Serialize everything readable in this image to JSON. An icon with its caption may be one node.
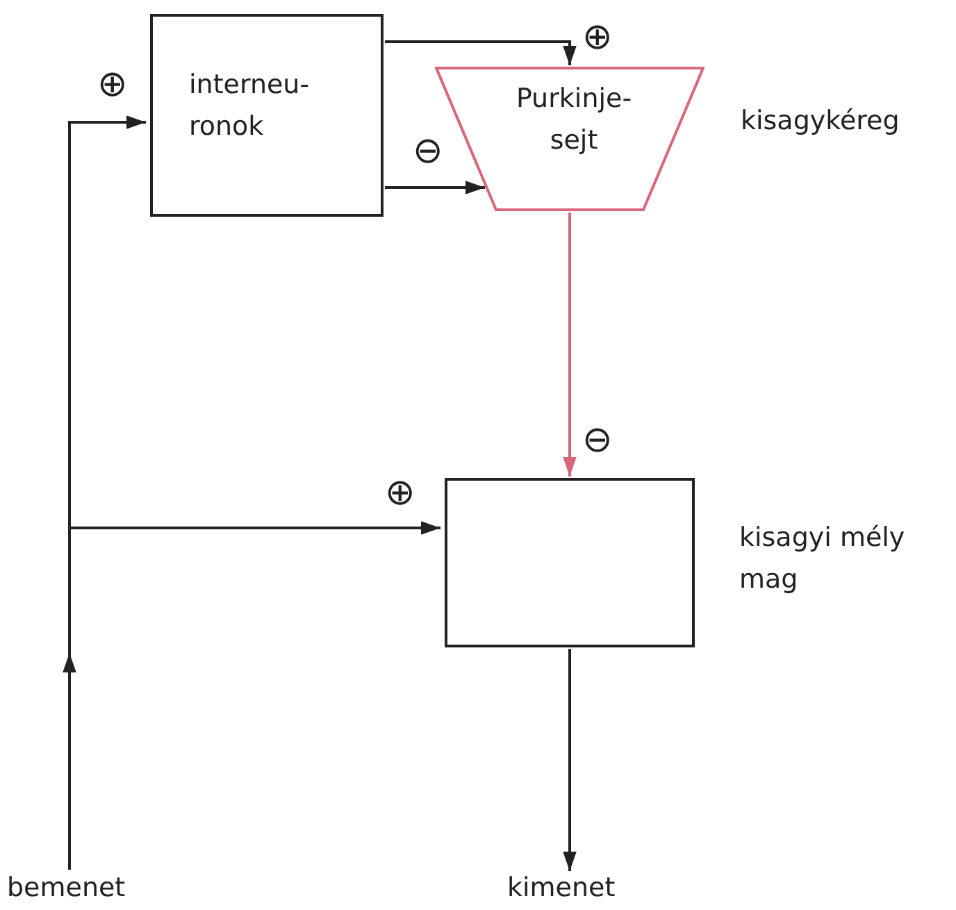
{
  "diagram": {
    "nodes": [
      {
        "text": [
          "interneu- ronok"
        ]
      },
      {
        "text": [
          "Purkinje- sejt"
        ],
        "beside": [
          "kisagykéreg"
        ]
      },
      {
        "text": [
          "kisagyi mély mag"
        ]
      },
      {
        "text": [
          "bemenet"
        ]
      },
      {
        "text": [
          "kimenet"
        ]
      }
    ],
    "edges": [
      {
        "from": 3,
        "to": 0,
        "arrow": "to",
        "label": "⊕"
      },
      {
        "from": 3,
        "to": 2,
        "arrow": "to",
        "label": "⊕"
      },
      {
        "from": 0,
        "to": 1,
        "arrow": "to",
        "label": "⊕"
      },
      {
        "from": 0,
        "to": 1,
        "arrow": "to",
        "label": "⊖"
      },
      {
        "from": 1,
        "to": 2,
        "arrow": "to",
        "label": "⊖",
        "color": "#d9677a"
      },
      {
        "from": 2,
        "to": 4,
        "arrow": "to"
      }
    ]
  }
}
